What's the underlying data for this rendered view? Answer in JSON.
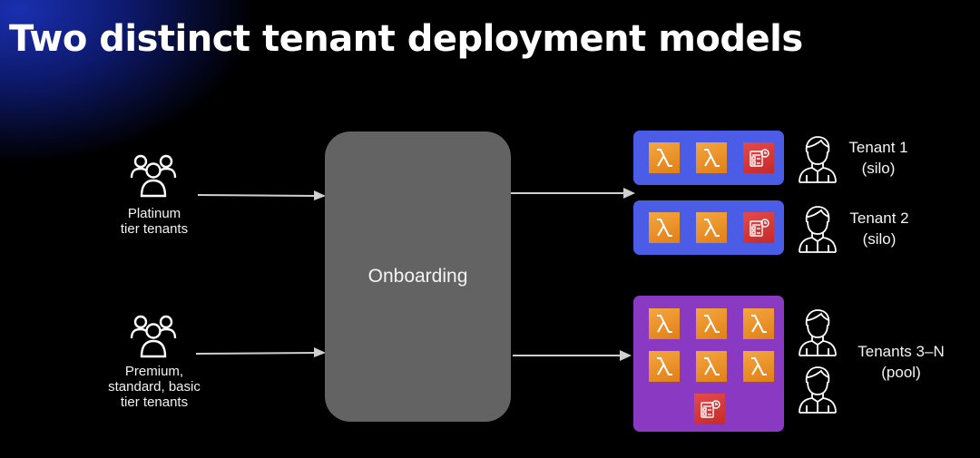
{
  "title": "Two distinct tenant deployment models",
  "groups": {
    "platinum": {
      "line1": "Platinum",
      "line2": "tier tenants"
    },
    "premium": {
      "line1": "Premium,",
      "line2": "standard, basic",
      "line3": "tier tenants"
    }
  },
  "onboarding": {
    "label": "Onboarding"
  },
  "tenants": {
    "tenant1": {
      "line1": "Tenant 1",
      "line2": "(silo)"
    },
    "tenant2": {
      "line1": "Tenant 2",
      "line2": "(silo)"
    },
    "pool": {
      "line1": "Tenants 3–N",
      "line2": "(pool)"
    }
  },
  "icons": {
    "group": "users-group-icon",
    "function": "lambda-icon",
    "database": "database-icon",
    "tenant": "person-icon"
  },
  "colors": {
    "silo_box": "#4b5ce6",
    "pool_box": "#8a3ac2",
    "onboarding_box": "#636363",
    "lambda": "#e88a1f",
    "database": "#d63636"
  }
}
